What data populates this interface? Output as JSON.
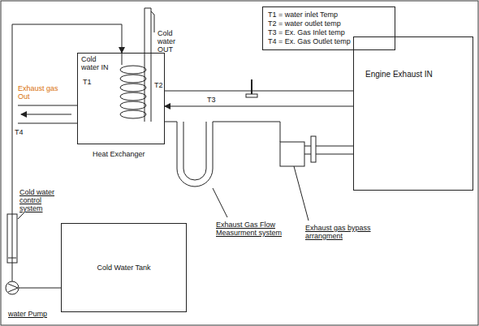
{
  "diagram": {
    "nodes": [
      {
        "text": [
          "T1 = water inlet Temp",
          "T2 = water outlet temp",
          "T3 = Ex. Gas Inlet temp",
          "T4 = Ex. Gas Outlet temp"
        ]
      },
      {
        "text": [
          "Heat Exchanger"
        ]
      },
      {
        "text": [
          "Engine Exhaust IN"
        ]
      },
      {
        "text": [
          "Cold Water Tank"
        ]
      }
    ],
    "edges": [
      {
        "from": 2,
        "to": 1,
        "label": "T3",
        "arrow": "to"
      },
      {
        "from": 3,
        "to": 1,
        "arrow": "to"
      }
    ],
    "labels": [
      "Cold water IN",
      "T1",
      "Cold water OUT",
      "T2",
      "Exhaust gas Out",
      "T4",
      "Exhaust Gas Flow Measurment system",
      "Exhaust gas bypass arrangment",
      "Cold water control system",
      "water Pump"
    ]
  }
}
